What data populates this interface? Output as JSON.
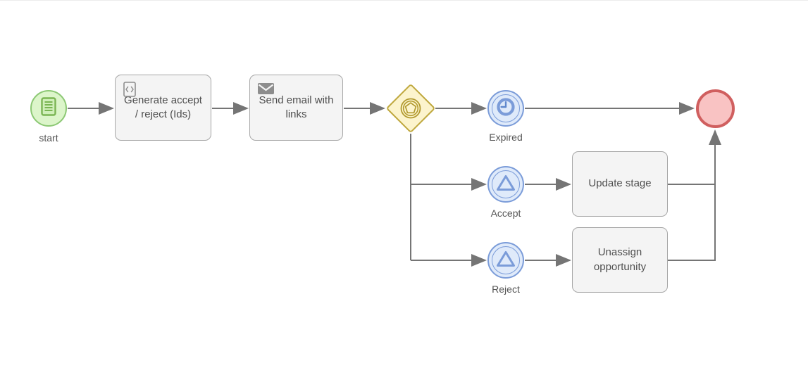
{
  "colors": {
    "connector": "#757575",
    "task_fill": "#f4f4f4",
    "task_border": "#a6a6a6",
    "start_fill": "#dcf5ca",
    "start_border": "#8cc874",
    "gateway_fill": "#fcf4cd",
    "gateway_border": "#bfa83d",
    "gateway_symbol": "#b29a2f",
    "intermediate_event_fill": "#dfeafa",
    "intermediate_event_border": "#7b9cd9",
    "end_fill": "#f9c3c3",
    "end_border": "#d05f5f",
    "text": "#4f4f4f"
  },
  "nodes": {
    "start": {
      "label": "start",
      "icon": "note-icon"
    },
    "generate": {
      "label": "Generate accept / reject (Ids)",
      "icon": "script-icon"
    },
    "send_email": {
      "label": "Send email with links",
      "icon": "envelope-icon"
    },
    "gateway": {
      "icon": "event-gateway-icon"
    },
    "expired": {
      "label": "Expired",
      "icon": "timer-icon"
    },
    "accept": {
      "label": "Accept",
      "icon": "signal-icon"
    },
    "reject": {
      "label": "Reject",
      "icon": "signal-icon"
    },
    "update_stage": {
      "label": "Update stage"
    },
    "unassign": {
      "label": "Unassign opportunity"
    },
    "end": {
      "icon": "end-event-circle"
    }
  }
}
